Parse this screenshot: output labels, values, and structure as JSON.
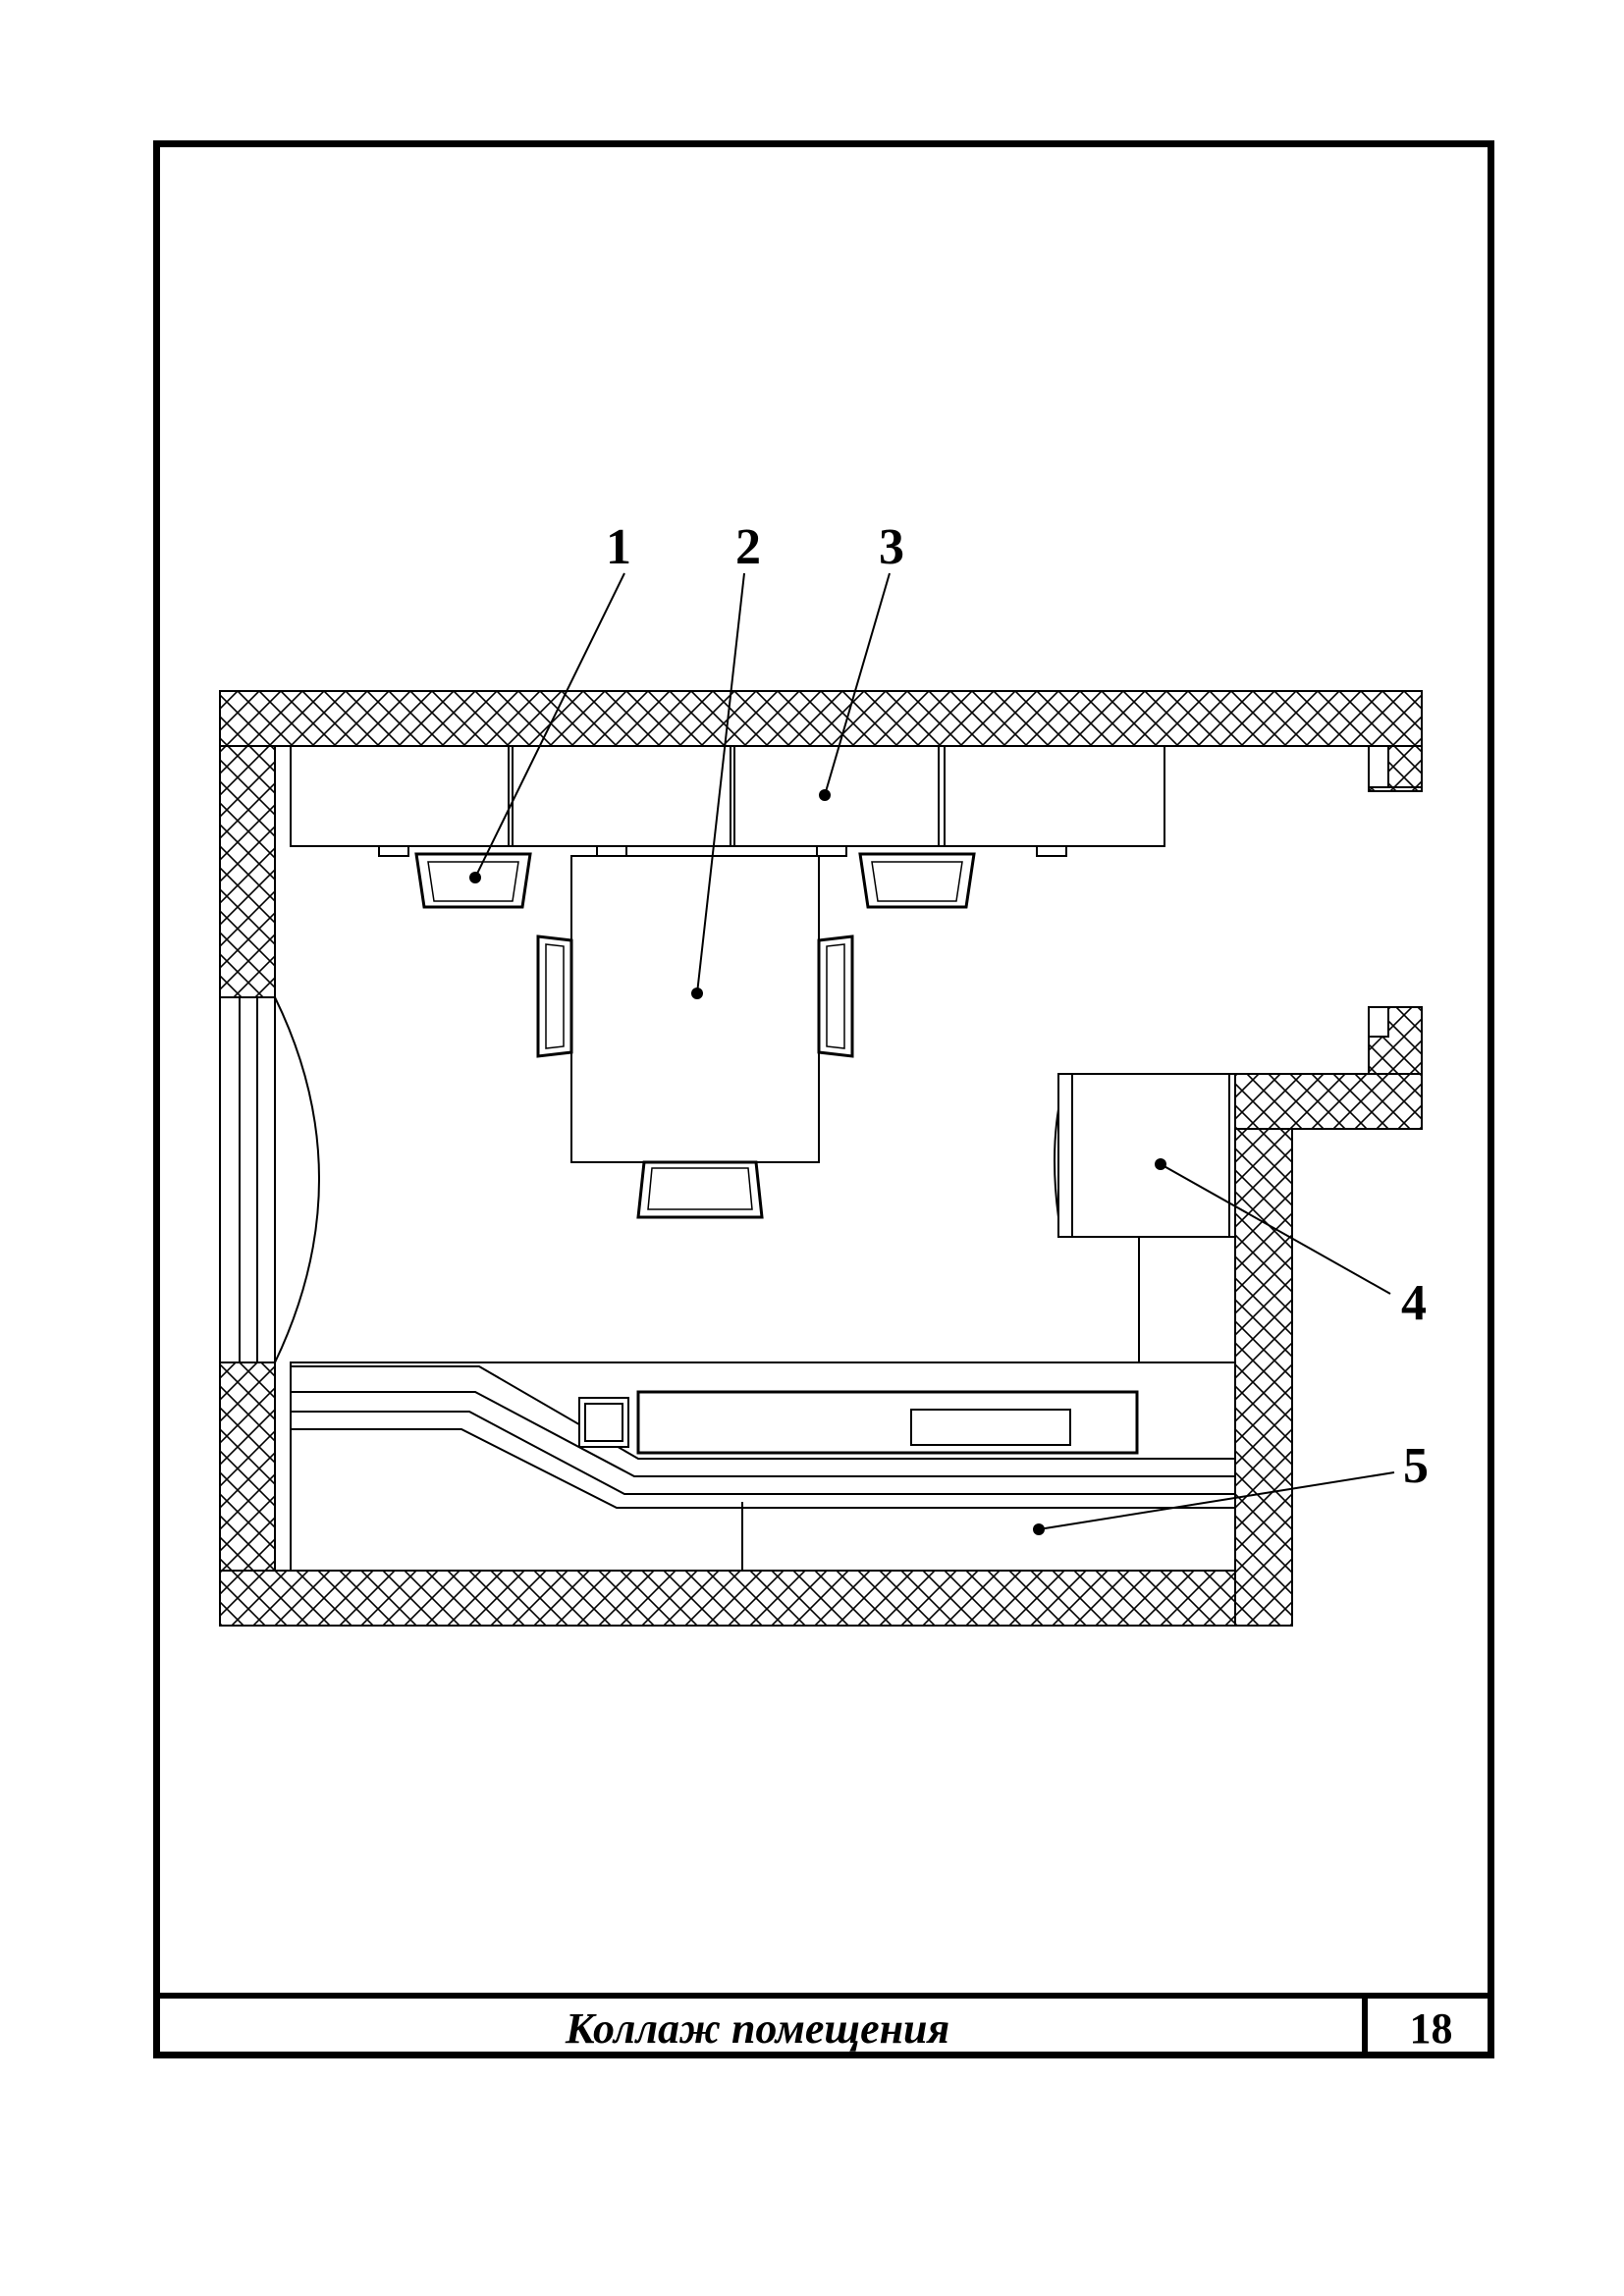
{
  "sheet": {
    "title": "Коллаж помещения",
    "page_number": "18"
  },
  "plan": {
    "callouts": [
      {
        "number": "1",
        "target": "chair-back-left"
      },
      {
        "number": "2",
        "target": "dining-table"
      },
      {
        "number": "3",
        "target": "wall-cabinet-3"
      },
      {
        "number": "4",
        "target": "refrigerator"
      },
      {
        "number": "5",
        "target": "kitchen-counter"
      }
    ],
    "colors": {
      "wall_fill": "#ffffff",
      "hatch": "#000000",
      "line": "#000000"
    }
  }
}
